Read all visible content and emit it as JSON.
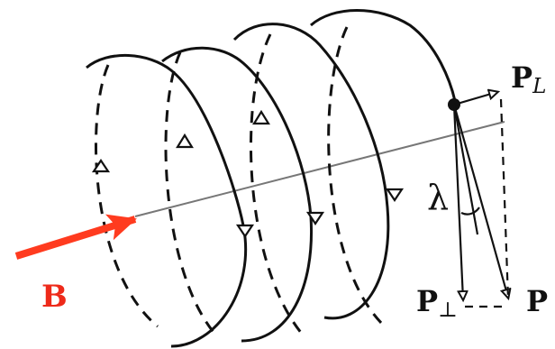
{
  "labels": {
    "b_main": "B",
    "pl_main": "P",
    "pl_sub": "L",
    "pperp_main": "P",
    "pperp_sub": "⊥",
    "p_main": "P",
    "lambda": "λ"
  },
  "colors": {
    "b_arrow": "#ff3b1f",
    "b_text": "#ee2a1a",
    "ink": "#111111",
    "axis": "#777777"
  }
}
